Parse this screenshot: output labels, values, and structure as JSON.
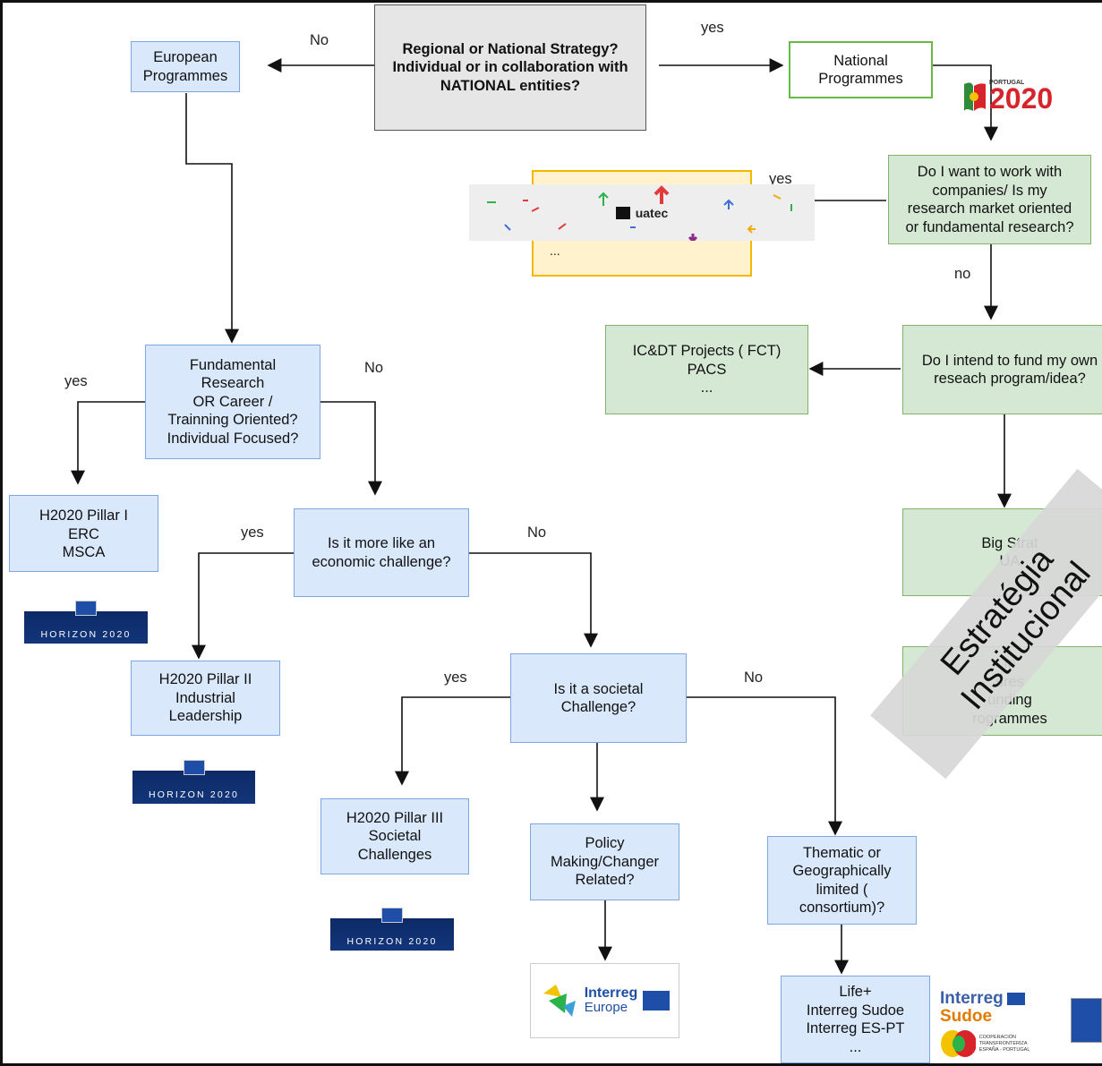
{
  "nodes": {
    "start": "Regional or National Strategy?\nIndividual or in collaboration with\nNATIONAL entities?",
    "european": "European\nProgrammes",
    "national": "National\nProgrammes",
    "companies": "Do I want to work with\ncompanies/ Is my\nresearch market oriented\nor fundamental research?",
    "uatec_more": "...",
    "icdt": "IC&DT Projects ( FCT)\nPACS\n...",
    "own_program": "Do I intend to fund my own\nreseach program/idea?",
    "big_strat": "Big Strat\nUA",
    "structures": "In\nures\nunding\nrogrammes",
    "fundamental": "Fundamental\nResearch\nOR Career /\nTrainning Oriented?\nIndividual Focused?",
    "pillar1": "H2020 Pillar I\nERC\nMSCA",
    "economic": "Is it more like an\neconomic challenge?",
    "pillar2": "H2020 Pillar II\nIndustrial\nLeadership",
    "societal": "Is it a societal\nChallenge?",
    "pillar3": "H2020 Pillar III\nSocietal\nChallenges",
    "policy": "Policy\nMaking/Changer\nRelated?",
    "thematic": "Thematic or\nGeographically\nlimited (\nconsortium)?",
    "life": "Life+\nInterreg Sudoe\nInterreg ES-PT\n..."
  },
  "edge_labels": {
    "no_top": "No",
    "yes_top": "yes",
    "yes_uatec": "yes",
    "no_companies": "no",
    "yes_fundamental": "yes",
    "no_fundamental": "No",
    "yes_economic": "yes",
    "no_economic": "No",
    "yes_societal": "yes",
    "no_societal": "No"
  },
  "logos": {
    "portugal_small": "PORTUGAL",
    "portugal_big": "2020",
    "horizon": "HORIZON 2020",
    "uatec": "uatec",
    "interreg": "Interreg",
    "interreg_europe": "Europe",
    "interreg_sudoe": "Interreg",
    "sudoe": "Sudoe",
    "cooperacion": "COOPERACIÓN TRANSFRONTERIZA\nESPAÑA - PORTUGAL"
  },
  "banner": {
    "line1": "Estratégia",
    "line2": "Institucional"
  },
  "colors": {
    "blue_node": "#dae8fc",
    "green_node": "#d5e8d4",
    "gray_node": "#e6e6e6",
    "yellow_node": "#fff2cc",
    "portugal_red": "#d9232a",
    "horizon_blue": "#0d2a66"
  }
}
